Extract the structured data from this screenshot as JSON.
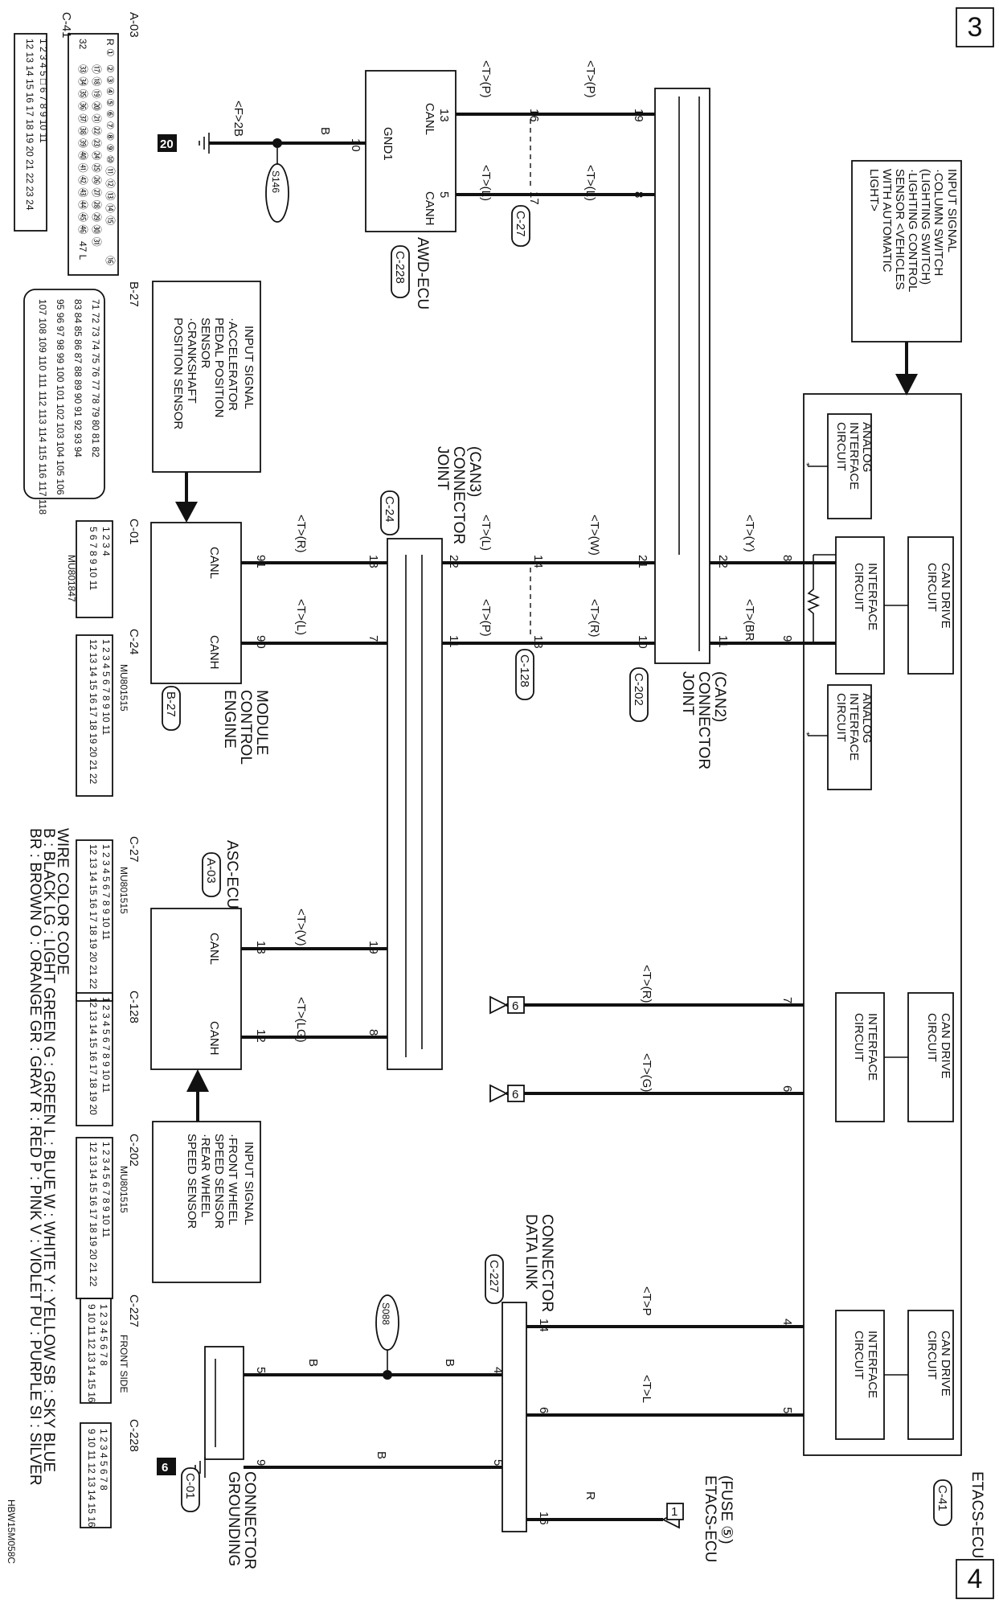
{
  "page": {
    "num_left": "3",
    "num_right": "4",
    "doc_code": "HBW15M058C",
    "note_mark": "*"
  },
  "wire_code": {
    "title": "WIRE COLOR CODE",
    "line1": "B : BLACK   LG : LIGHT GREEN   G : GREEN   L : BLUE   W : WHITE   Y : YELLOW   SB : SKY BLUE",
    "line2": "BR : BROWN   O : ORANGE   GR : GRAY   R : RED   P : PINK   V : VIOLET   PU : PURPLE   SI : SILVER"
  },
  "etacs": {
    "name": "ETACS-ECU",
    "conn": "C-41",
    "can_drive": [
      "CAN DRIVE",
      "CIRCUIT"
    ],
    "interface": [
      "INTERFACE",
      "CIRCUIT"
    ],
    "analog": [
      "ANALOG",
      "INTERFACE",
      "CIRCUIT"
    ],
    "input": [
      "INPUT SIGNAL",
      "·COLUMN SWITCH",
      "(LIGHTING SWITCH)",
      "·LIGHTING CONTROL",
      "SENSOR <VEHICLES",
      "WITH AUTOMATIC",
      "LIGHT>"
    ],
    "pins": {
      "p8": "8",
      "p9": "9",
      "p7": "7",
      "p6": "6",
      "p4": "4",
      "p5": "5"
    }
  },
  "jc2": {
    "name": [
      "JOINT",
      "CONNECTOR",
      "(CAN2)"
    ],
    "conn": "C-202",
    "pins": {
      "p19": "19",
      "p8": "8",
      "p21": "21",
      "p10": "10",
      "p22": "22",
      "p11": "11"
    }
  },
  "jc3": {
    "name": [
      "JOINT",
      "CONNECTOR",
      "(CAN3)"
    ],
    "conn": "C-24",
    "pins": {
      "p18": "18",
      "p7": "7",
      "p22": "22",
      "p11": "11",
      "p19": "19",
      "p8": "8"
    }
  },
  "c27": {
    "conn": "C-27",
    "pins": {
      "p16": "16",
      "p17": "17"
    }
  },
  "c128": {
    "conn": "C-128",
    "pins": {
      "p14": "14",
      "p13": "13"
    }
  },
  "awd": {
    "name": "AWD-ECU",
    "conn": "C-228",
    "canl": "CANL",
    "canh": "CANH",
    "gnd": "GND1",
    "pins": {
      "p13": "13",
      "p5": "5",
      "p10": "10"
    }
  },
  "ecm": {
    "name": [
      "ENGINE",
      "CONTROL",
      "MODULE"
    ],
    "conn": "B-27",
    "canl": "CANL",
    "canh": "CANH",
    "pins": {
      "p91": "91",
      "p90": "90"
    },
    "input": [
      "INPUT SIGNAL",
      "·ACCELERATOR",
      "PEDAL POSITION",
      "SENSOR",
      "·CRANKSHAFT",
      "POSITION SENSOR"
    ]
  },
  "asc": {
    "name": "ASC-ECU",
    "conn": "A-03",
    "canl": "CANL",
    "canh": "CANH",
    "pins": {
      "p13": "13",
      "p12": "12"
    },
    "input": [
      "INPUT SIGNAL",
      "·FRONT WHEEL",
      "SPEED SENSOR",
      "·REAR WHEEL",
      "SPEED SENSOR"
    ]
  },
  "dlc": {
    "name": [
      "DATA LINK",
      "CONNECTOR"
    ],
    "conn": "C-227",
    "pins": {
      "p14": "14",
      "p6": "6",
      "p4": "4",
      "p5": "5",
      "p16": "16"
    }
  },
  "gnd_conn": {
    "name": [
      "GROUNDING",
      "CONNECTOR"
    ],
    "conn": "C-01",
    "pins": {
      "p5": "5",
      "p9": "9"
    }
  },
  "fuse": {
    "name": [
      "ETACS-ECU",
      "(FUSE ⑤)"
    ],
    "ref": "1",
    "color": "R"
  },
  "grounds": {
    "g20": "20",
    "g6": "6",
    "f2b": "<F>2B"
  },
  "splices": {
    "s146": "S146",
    "s088": "S088"
  },
  "offpage": {
    "ref_a": "6",
    "ref_b": "6"
  },
  "wires": {
    "tp": "<T>(P)",
    "tl": "<T>(L)",
    "ty": "<T>(Y)",
    "tbr": "<T>(BR)",
    "tw": "<T>(W)",
    "tr": "<T>(R)",
    "tg": "<T>(G)",
    "tv": "<T>(V)",
    "tlg": "<T>(LG)",
    "tp_dlc": "<T>P",
    "tl_dlc": "<T>L",
    "b": "B"
  },
  "legend": {
    "a03": {
      "label": "A-03",
      "rows": [
        "② ③ ④ ⑤ ⑥ ⑦ ⑧ ⑨ ⑩ ⑪ ⑫ ⑬ ⑭ ⑮",
        "⑰ ⑱ ⑲ ⑳ ㉑ ㉒ ㉓ ㉔ ㉕ ㉖ ㉗ ㉘ ㉙ ㉚ ㉛",
        "㉝ ㉞ ㉟ ㊱ ㊲ ㊳ ㊴ ㊵ ㊶ ㊷ ㊸ ㊹ ㊺ ㊻"
      ],
      "ends": [
        "R ①",
        "32",
        "⑯",
        "47 L"
      ]
    },
    "c41": {
      "label": "C-41",
      "rows": [
        "1 2 3 4 5 □ 6 7 8 9 10 11",
        "12 13 14 15 16 17 18 19 20 21 22 23 24"
      ]
    },
    "b27": {
      "label": "B-27",
      "rows": [
        "71 72 73 74 75 76 77 78 79 80 81 82",
        "83 84 85 86 87 88 89 90 91 92 93 94",
        "95 96 97 98 99 100 101 102 103 104 105 106",
        "107 108 109 110 111 112 113 114 115 116 117 118"
      ]
    },
    "c01": {
      "label": "C-01",
      "code": "MU801847",
      "rows": [
        "1 2   3 4",
        "5 6 7 8 9 10 11"
      ]
    },
    "c24": {
      "label": "C-24",
      "code": "MU801515",
      "rows": [
        "1 2 3 4 5 6 7 8 9 10 11",
        "12 13 14 15 16 17 18 19 20 21 22"
      ]
    },
    "c27": {
      "label": "C-27",
      "code": "MU801515",
      "rows": [
        "1 2 3 4 5 6 7 8 9 10 11",
        "12 13 14 15 16 17 18 19 20 21 22"
      ]
    },
    "c128": {
      "label": "C-128",
      "rows": [
        "1 2 3 4 5 6 7 8 9 10 11",
        "12 13 14 15 16 17 18 19 20"
      ]
    },
    "c202": {
      "label": "C-202",
      "code": "MU801515",
      "rows": [
        "1 2 3 4 5 6 7 8 9 10 11",
        "12 13 14 15 16 17 18 19 20 21 22"
      ]
    },
    "c227": {
      "label": "C-227",
      "note": "FRONT SIDE",
      "rows": [
        "1 2 3 4 5 6 7 8",
        "9 10 11 12 13 14 15 16"
      ]
    },
    "c228": {
      "label": "C-228",
      "rows": [
        "1 2 3 4 5 6 7 8",
        "9 10 11 12 13 14 15 16"
      ]
    }
  }
}
